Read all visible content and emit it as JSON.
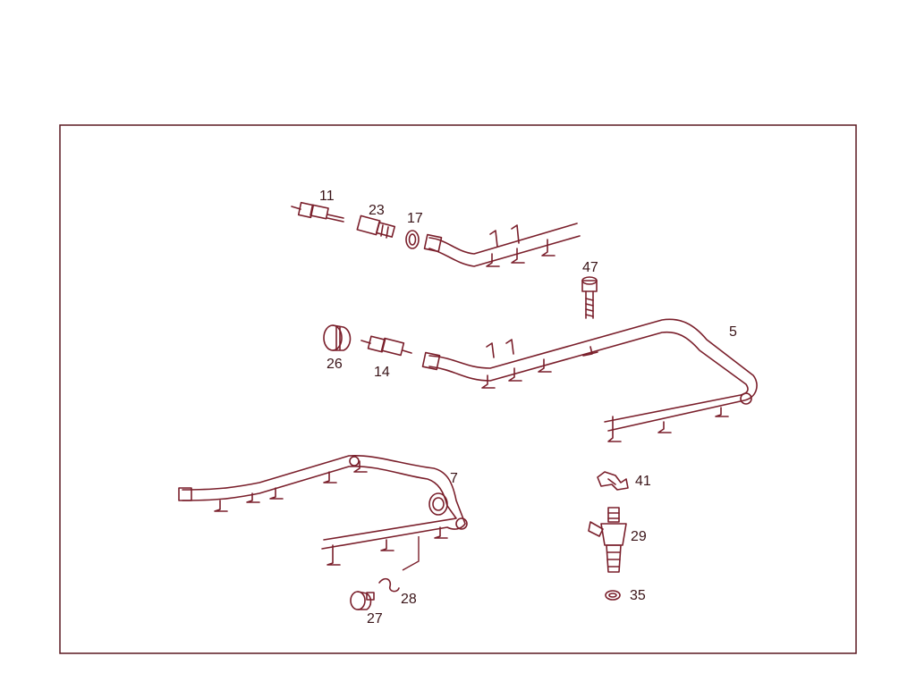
{
  "diagram": {
    "colors": {
      "line": "#7a1f2b",
      "frame": "#5a1820",
      "text": "#3a1418"
    },
    "callouts": [
      {
        "id": "label-11",
        "text": "11"
      },
      {
        "id": "label-23",
        "text": "23"
      },
      {
        "id": "label-17",
        "text": "17"
      },
      {
        "id": "label-47",
        "text": "47"
      },
      {
        "id": "label-5",
        "text": "5"
      },
      {
        "id": "label-26",
        "text": "26"
      },
      {
        "id": "label-14",
        "text": "14"
      },
      {
        "id": "label-7",
        "text": "7"
      },
      {
        "id": "label-41",
        "text": "41"
      },
      {
        "id": "label-29",
        "text": "29"
      },
      {
        "id": "label-28",
        "text": "28"
      },
      {
        "id": "label-27",
        "text": "27"
      },
      {
        "id": "label-35",
        "text": "35"
      }
    ]
  }
}
